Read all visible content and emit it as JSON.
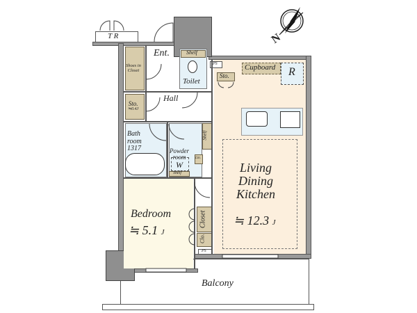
{
  "compass": {
    "label": "N"
  },
  "rooms": {
    "trunk_room": "T R",
    "entrance": "Ent.",
    "shoes_closet": [
      "Shoes in",
      "Closet"
    ],
    "toilet_shelf": "Shelf",
    "toilet": "Toilet",
    "ps_top": "PS",
    "storage_top": "Sto.",
    "cupboard": "Cupboard",
    "refrigerator": "R",
    "hall": "Hall",
    "storage_left": "Sto.",
    "storage_left_size": "≒0.4J",
    "bathroom": [
      "Bath",
      "room",
      "1317"
    ],
    "powder_room": [
      "Powder",
      "room"
    ],
    "washer": "W",
    "powder_shelf": "Shelf",
    "shelf_vertical": "Shelf",
    "linen": "Lin.",
    "ldk": [
      "Living",
      "Dining",
      "Kitchen"
    ],
    "ldk_size": "≒ 12.3",
    "ldk_unit": "J",
    "bedroom": "Bedroom",
    "bedroom_size": "≒ 5.1",
    "bedroom_unit": "J",
    "closet": "Closet",
    "closet_small": "Clo.",
    "ps_bottom": "PS",
    "balcony": "Balcony"
  },
  "colors": {
    "ldk": "#fcefdd",
    "bedroom": "#fdf9e6",
    "wet_area": "#e6f2f8",
    "storage": "#d8ccab",
    "wall": "#9a9a9a"
  }
}
